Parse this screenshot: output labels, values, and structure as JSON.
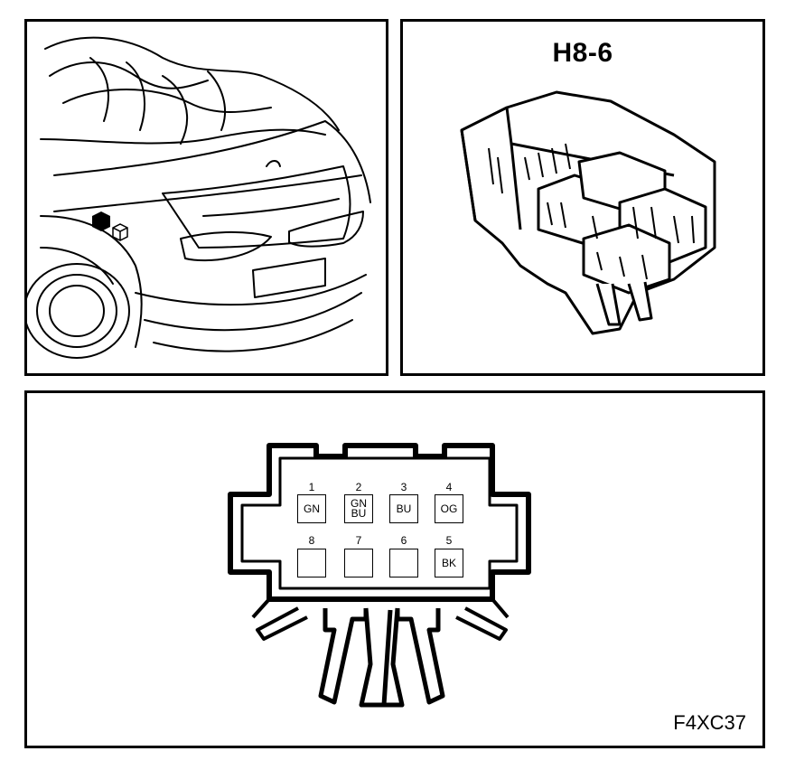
{
  "connector": {
    "title": "H8-6"
  },
  "figure_id": "F4XC37",
  "pins": [
    {
      "number": "1",
      "color_code": "GN"
    },
    {
      "number": "2",
      "color_code": "GN\nBU"
    },
    {
      "number": "3",
      "color_code": "BU"
    },
    {
      "number": "4",
      "color_code": "OG"
    },
    {
      "number": "8",
      "color_code": ""
    },
    {
      "number": "7",
      "color_code": ""
    },
    {
      "number": "6",
      "color_code": ""
    },
    {
      "number": "5",
      "color_code": "BK"
    }
  ]
}
